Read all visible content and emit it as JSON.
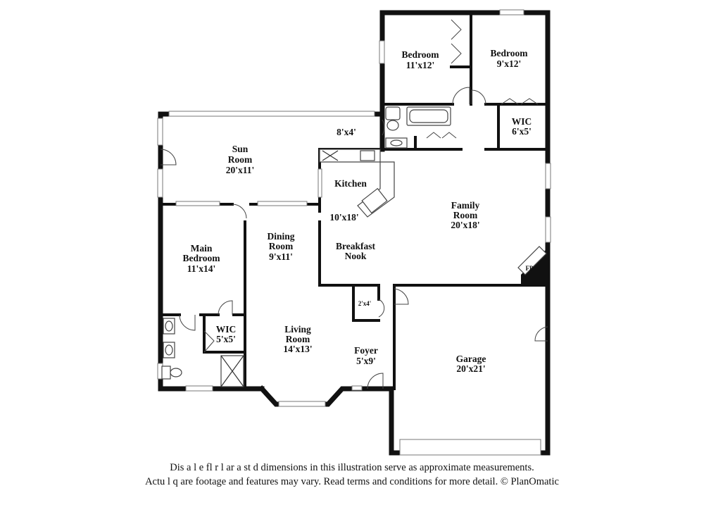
{
  "rooms": [
    {
      "id": "bedroom-1",
      "name": "Bedroom",
      "dims": "11'x12'"
    },
    {
      "id": "bedroom-2",
      "name": "Bedroom",
      "dims": "9'x12'"
    },
    {
      "id": "wic-1",
      "name": "WIC",
      "dims": "6'x5'"
    },
    {
      "id": "bath-1",
      "name": "",
      "dims": "8'x4'"
    },
    {
      "id": "sun-room",
      "name_line1": "Sun",
      "name_line2": "Room",
      "dims": "20'x11'"
    },
    {
      "id": "kitchen",
      "name": "Kitchen",
      "dims": "10'x18'"
    },
    {
      "id": "family-room",
      "name_line1": "Family",
      "name_line2": "Room",
      "dims": "20'x18'"
    },
    {
      "id": "main-bedroom",
      "name_line1": "Main",
      "name_line2": "Bedroom",
      "dims": "11'x14'"
    },
    {
      "id": "dining-room",
      "name_line1": "Dining",
      "name_line2": "Room",
      "dims": "9'x11'"
    },
    {
      "id": "breakfast-nook",
      "name_line1": "Breakfast",
      "name_line2": "Nook"
    },
    {
      "id": "closet",
      "name": "",
      "dims": "2'x4'"
    },
    {
      "id": "wic-2",
      "name": "WIC",
      "dims": "5'x5'"
    },
    {
      "id": "living-room",
      "name_line1": "Living",
      "name_line2": "Room",
      "dims": "14'x13'"
    },
    {
      "id": "foyer",
      "name": "Foyer",
      "dims": "5'x9'"
    },
    {
      "id": "garage",
      "name": "Garage",
      "dims": "20'x21'"
    }
  ],
  "fireplace": {
    "label": "FP"
  },
  "disclaimer": {
    "line1": "Dis  a   l  e fl   r  l  ar  a  st  d dimensions in this illustration serve as approximate measurements.",
    "line2": "Actu l  q  are footage and features may vary. Read terms and conditions for more detail. © PlanOmatic"
  }
}
